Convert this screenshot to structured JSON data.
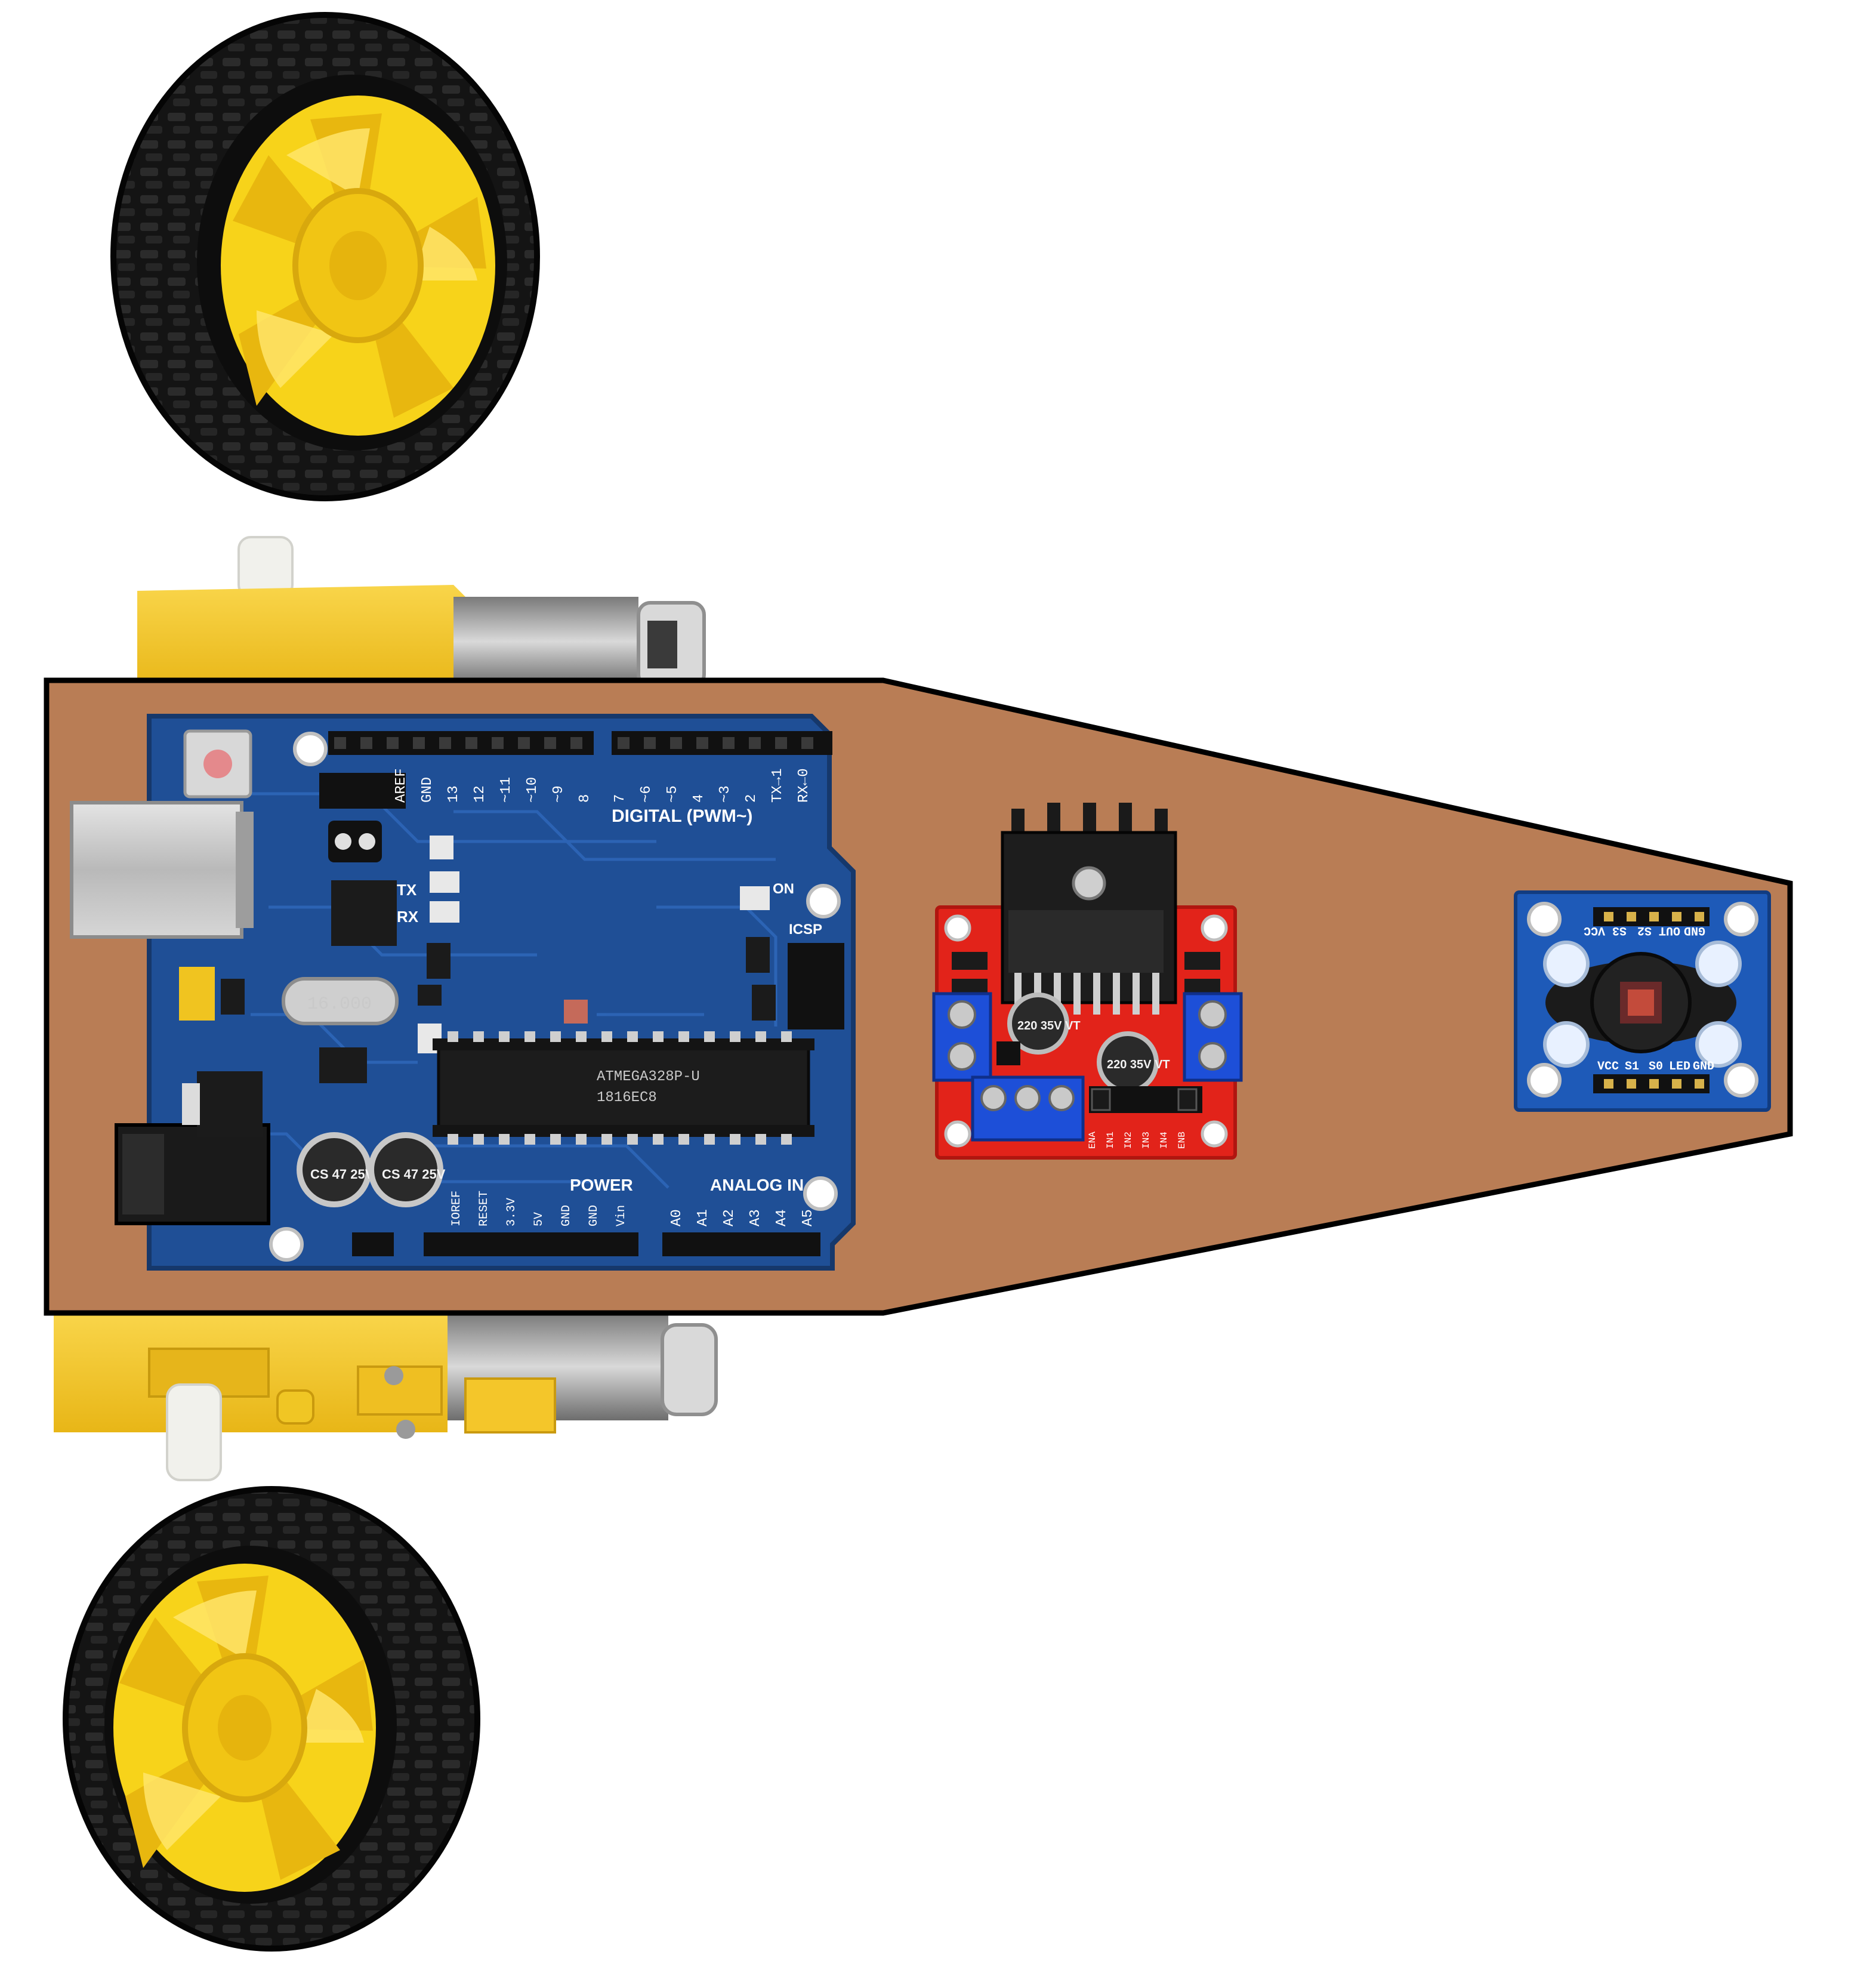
{
  "colors": {
    "chassis": "#b97d55",
    "chassis_outline": "#000000",
    "tire": "#111111",
    "hub": "#f7d31a",
    "motor": "#f4c62a",
    "arduino_pcb": "#1f4f96",
    "driver_pcb": "#e2231a",
    "sensor_pcb": "#1e5ab8",
    "terminal": "#1d4fd8"
  },
  "arduino": {
    "digital_header_label": "DIGITAL (PWM~)",
    "power_label": "POWER",
    "analog_label": "ANALOG IN",
    "on_label": "ON",
    "icsp_label": "ICSP",
    "tx_label": "TX",
    "rx_label": "RX",
    "crystal_label": "16.000",
    "chip_line1": "ATMEGA328P-U",
    "chip_line2": "1816EC8",
    "digital_pins": [
      "AREF",
      "GND",
      "13",
      "12",
      "~11",
      "~10",
      "~9",
      "8",
      "7",
      "~6",
      "~5",
      "4",
      "~3",
      "2",
      "TX→1",
      "RX←0"
    ],
    "power_pins": [
      "IOREF",
      "RESET",
      "3.3V",
      "5V",
      "GND",
      "GND",
      "Vin"
    ],
    "analog_pins": [
      "A0",
      "A1",
      "A2",
      "A3",
      "A4",
      "A5"
    ],
    "cap_labels": [
      "CS 47 25V",
      "CS 47 25V"
    ]
  },
  "driver": {
    "cap_labels": [
      "220 35V VT",
      "220 35V VT"
    ],
    "pin_labels": [
      "ENA",
      "IN1",
      "IN2",
      "IN3",
      "IN4",
      "ENB"
    ]
  },
  "sensor": {
    "top_pins": [
      "GND",
      "OUT",
      "S2",
      "S3",
      "VCC"
    ],
    "bottom_pins": [
      "VCC",
      "S1",
      "S0",
      "LED",
      "GND"
    ]
  }
}
